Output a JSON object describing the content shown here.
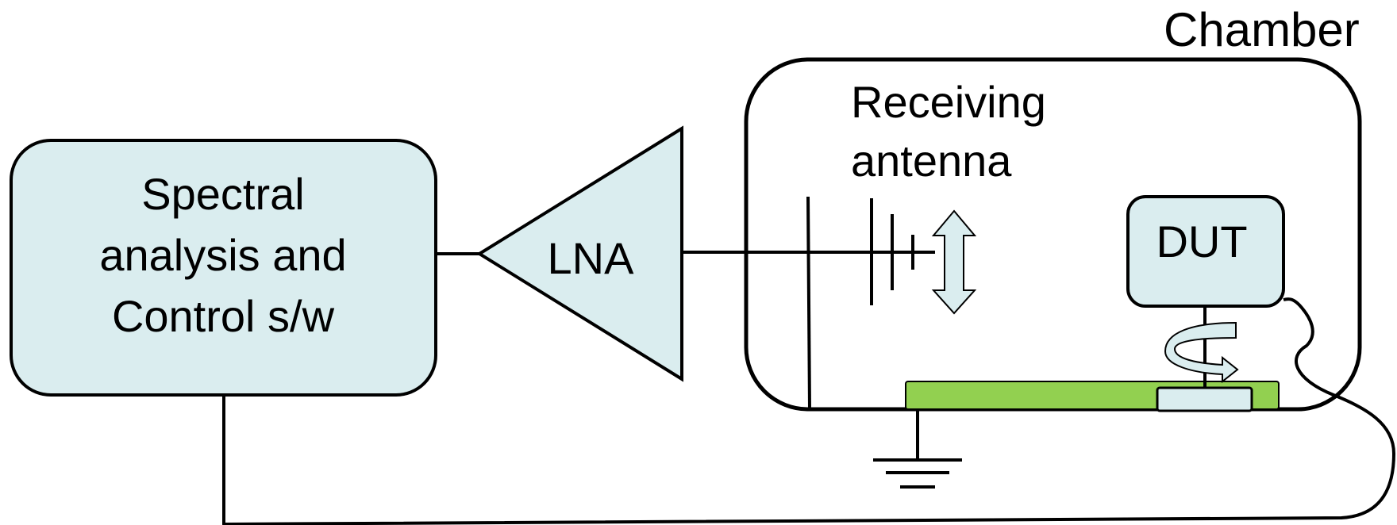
{
  "labels": {
    "chamber": "Chamber",
    "spectral_line1": "Spectral",
    "spectral_line2": "analysis and",
    "spectral_line3": "Control s/w",
    "lna": "LNA",
    "receiving_line1": "Receiving",
    "receiving_line2": "antenna",
    "dut": "DUT"
  },
  "colors": {
    "block_fill": "#daedef",
    "turntable_fill": "#92d050",
    "stroke": "#000000",
    "background": "#ffffff"
  },
  "icons": {
    "antenna": "log-periodic-antenna-icon",
    "polarization_arrow": "double-headed-vertical-arrow-icon",
    "rotation_arrow": "curved-rotation-arrow-icon",
    "ground": "ground-symbol-icon"
  }
}
